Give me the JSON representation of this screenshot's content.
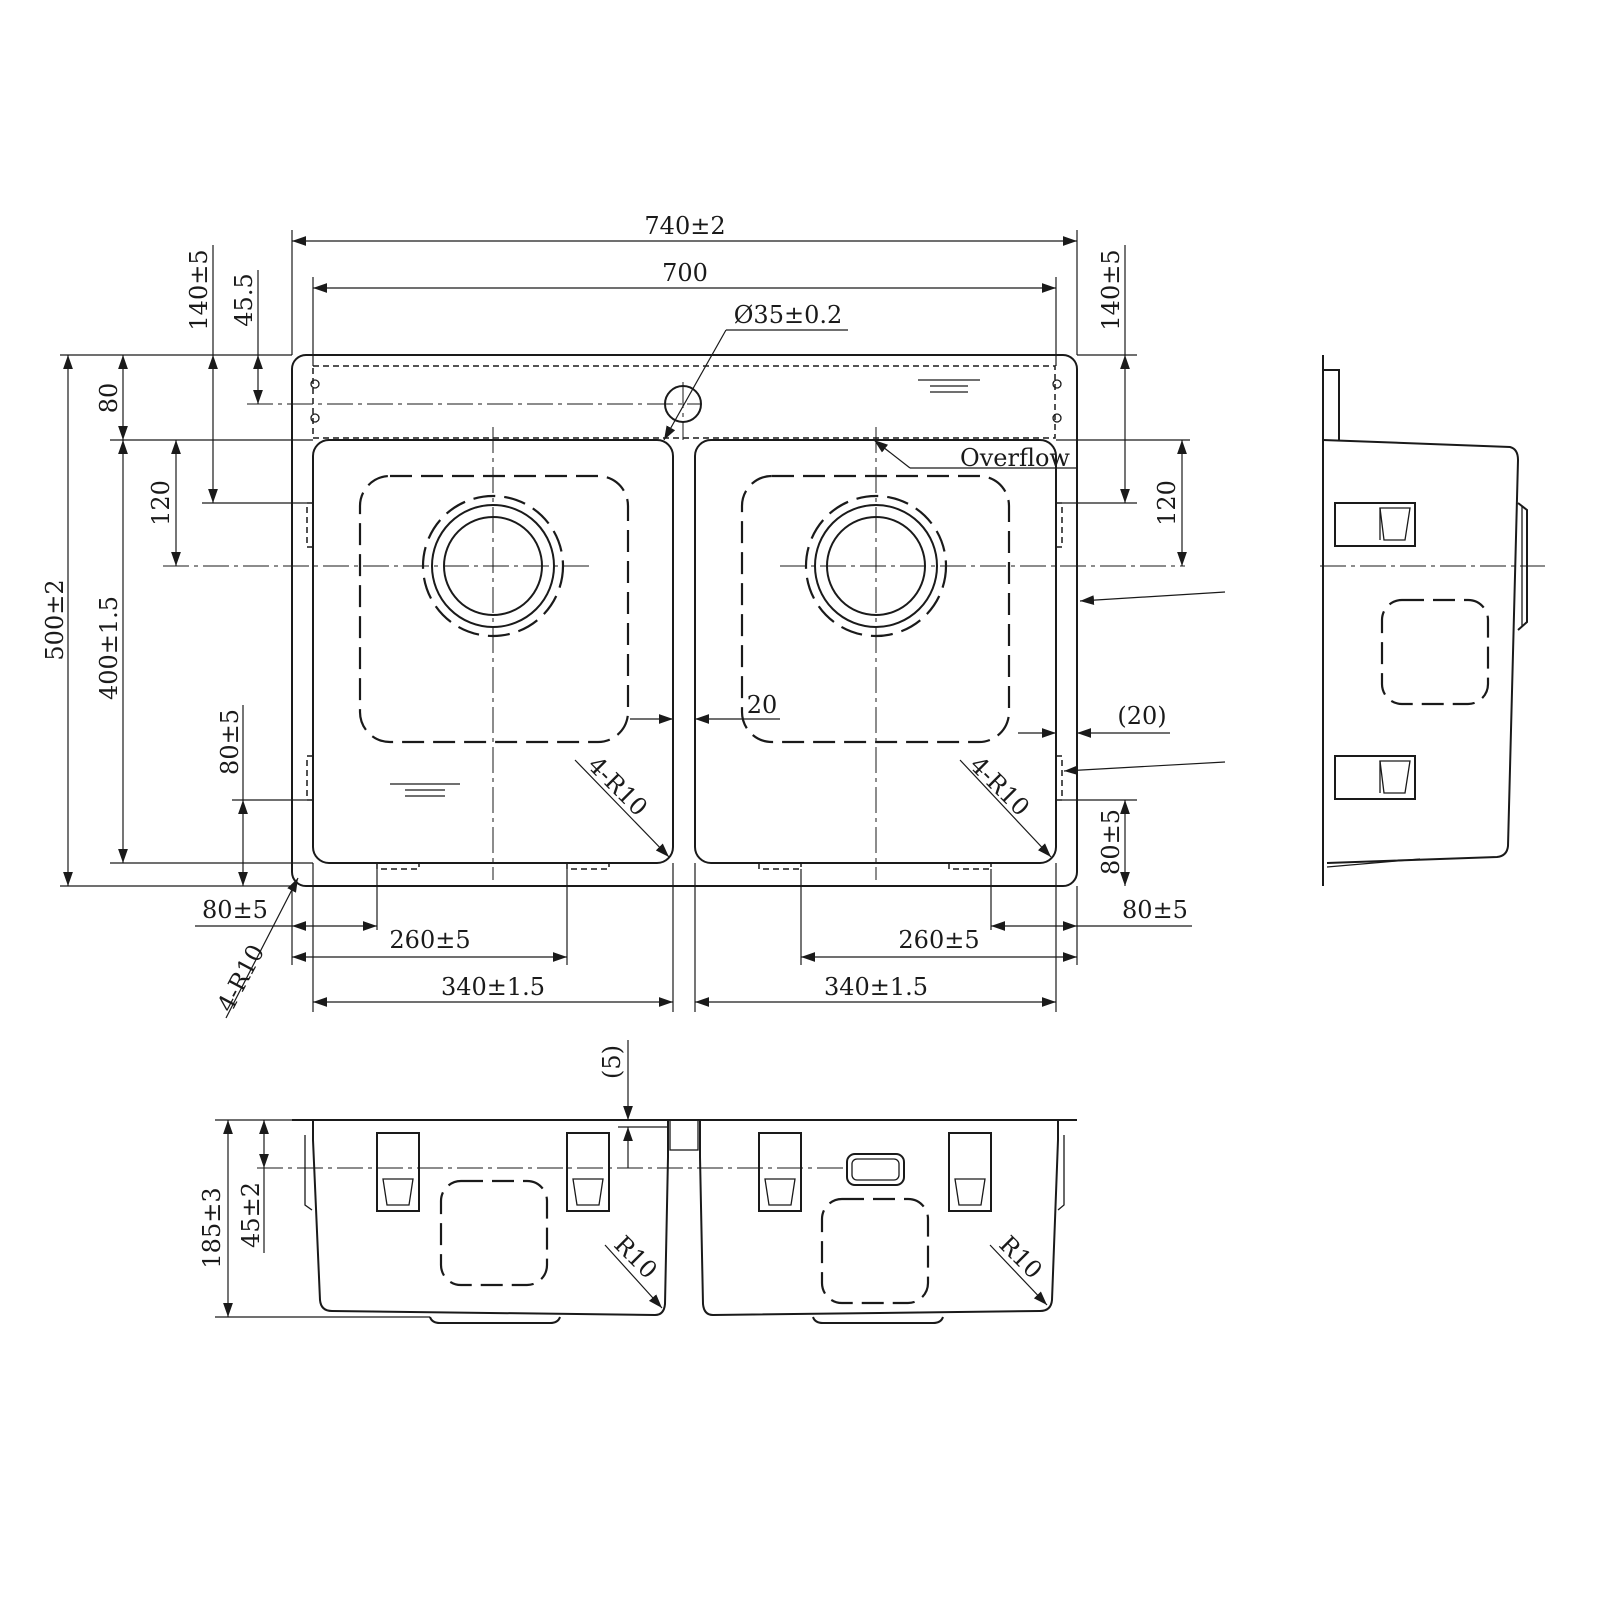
{
  "dimensions": {
    "overall_width": "740±2",
    "inner_width": "700",
    "hole_diameter": "Ø35±0.2",
    "top_left_140": "140±5",
    "top_left_45": "45.5",
    "top_right_140": "140±5",
    "left_80": "80",
    "left_120": "120",
    "right_120": "120",
    "overall_depth": "500±2",
    "bowl_depth": "400±1.5",
    "left_80_5": "80±5",
    "right_80_5": "80±5",
    "bottom_left_80_5": "80±5",
    "bottom_right_80_5": "80±5",
    "left_260": "260±5",
    "right_260": "260±5",
    "left_340": "340±1.5",
    "right_340": "340±1.5",
    "divider_20": "20",
    "right_gap_20": "(20)",
    "corner_left": "4-R10",
    "corner_right": "4-R10",
    "corner_outer": "4-R10",
    "overflow_label": "Overflow",
    "front_gap_5": "(5)",
    "height_185": "185±3",
    "height_45": "45±2",
    "front_r10_left": "R10",
    "front_r10_right": "R10"
  }
}
